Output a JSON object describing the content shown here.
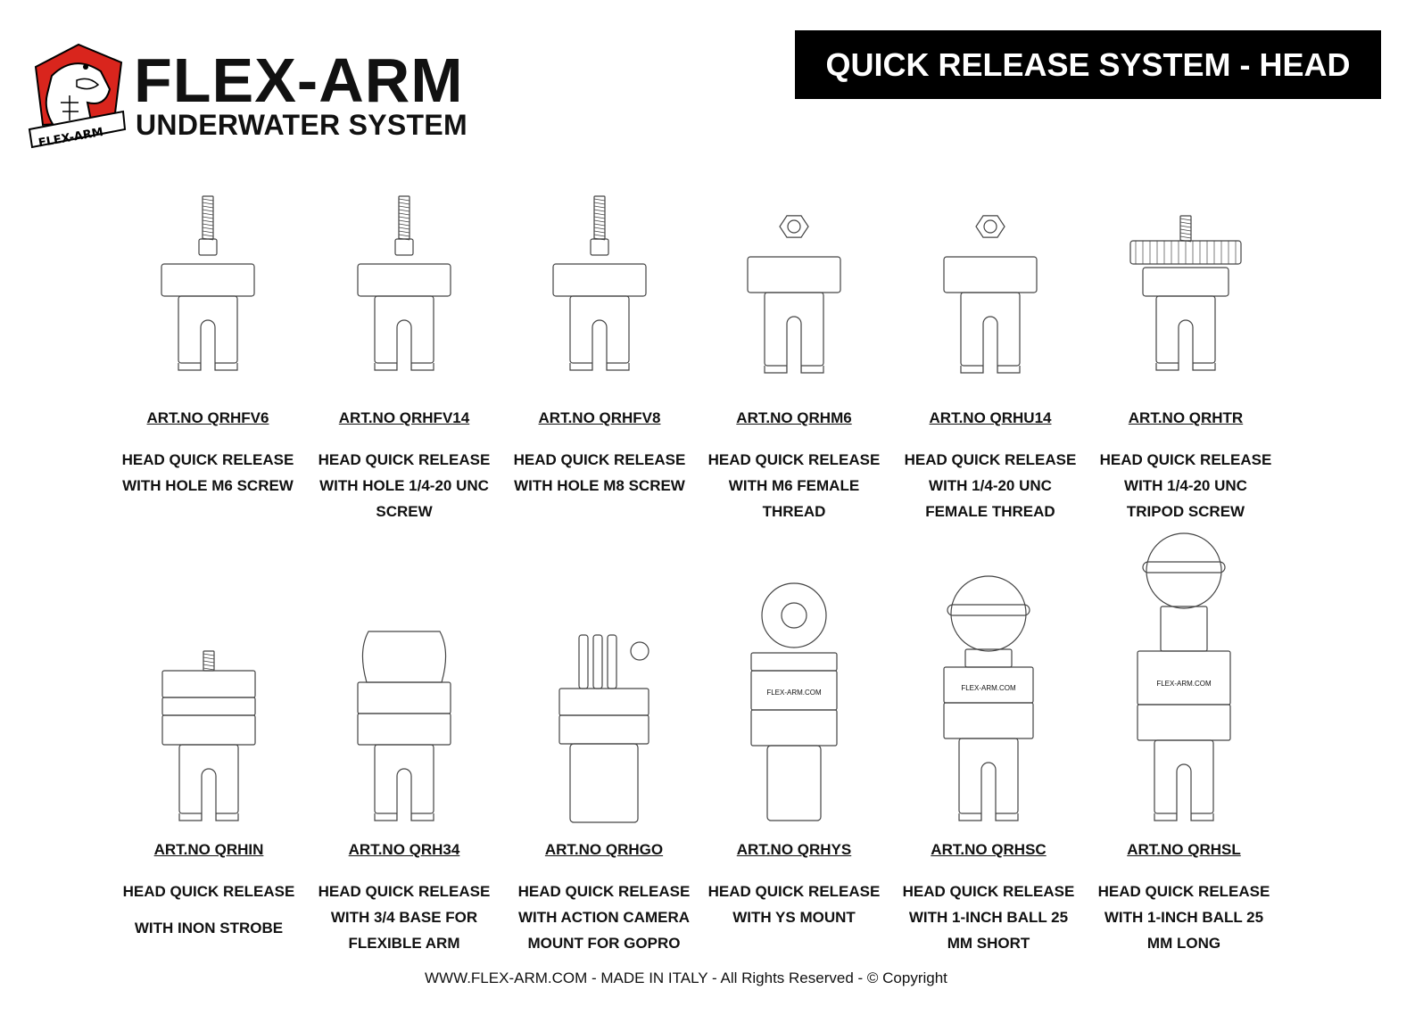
{
  "header": {
    "brand": "FLEX-ARM",
    "brand_sub": "UNDERWATER SYSTEM",
    "logo_banner": "FLEX-ARM",
    "title": "QUICK RELEASE SYSTEM - HEAD"
  },
  "products": [
    {
      "art": "ART.NO QRHFV6",
      "desc": [
        "HEAD QUICK RELEASE",
        "WITH HOLE M6 SCREW"
      ],
      "type": "screw"
    },
    {
      "art": "ART.NO QRHFV14",
      "desc": [
        "HEAD QUICK RELEASE",
        "WITH HOLE 1/4-20 UNC",
        "SCREW"
      ],
      "type": "screw"
    },
    {
      "art": "ART.NO QRHFV8",
      "desc": [
        "HEAD QUICK RELEASE",
        "WITH HOLE M8 SCREW"
      ],
      "type": "screw"
    },
    {
      "art": "ART.NO QRHM6",
      "desc": [
        "HEAD QUICK RELEASE",
        "WITH M6 FEMALE",
        "THREAD"
      ],
      "type": "nut"
    },
    {
      "art": "ART.NO QRHU14",
      "desc": [
        "HEAD QUICK RELEASE",
        "WITH 1/4-20 UNC",
        "FEMALE THREAD"
      ],
      "type": "nut"
    },
    {
      "art": "ART.NO QRHTR",
      "desc": [
        "HEAD QUICK RELEASE",
        "WITH 1/4-20 UNC",
        "TRIPOD SCREW"
      ],
      "type": "tripod"
    },
    {
      "art": "ART.NO QRHIN",
      "desc": [
        "HEAD QUICK RELEASE",
        "WITH INON STROBE"
      ],
      "type": "inon"
    },
    {
      "art": "ART.NO QRH34",
      "desc": [
        "HEAD QUICK RELEASE",
        "WITH 3/4 BASE FOR",
        "FLEXIBLE ARM"
      ],
      "type": "base34"
    },
    {
      "art": "ART.NO QRHGO",
      "desc": [
        "HEAD QUICK RELEASE",
        "WITH ACTION CAMERA",
        "MOUNT FOR GOPRO"
      ],
      "type": "gopro"
    },
    {
      "art": "ART.NO QRHYS",
      "desc": [
        "HEAD QUICK RELEASE",
        "WITH YS MOUNT"
      ],
      "type": "ys"
    },
    {
      "art": "ART.NO QRHSC",
      "desc": [
        "HEAD QUICK RELEASE",
        "WITH 1-INCH BALL 25",
        "MM SHORT"
      ],
      "type": "ballshort"
    },
    {
      "art": "ART.NO QRHSL",
      "desc": [
        "HEAD QUICK RELEASE",
        "WITH 1-INCH BALL 25",
        "MM LONG"
      ],
      "type": "balllong"
    }
  ],
  "engraving": "FLEX-ARM.COM",
  "footer": "WWW.FLEX-ARM.COM  - MADE IN ITALY - All Rights Reserved - © Copyright"
}
